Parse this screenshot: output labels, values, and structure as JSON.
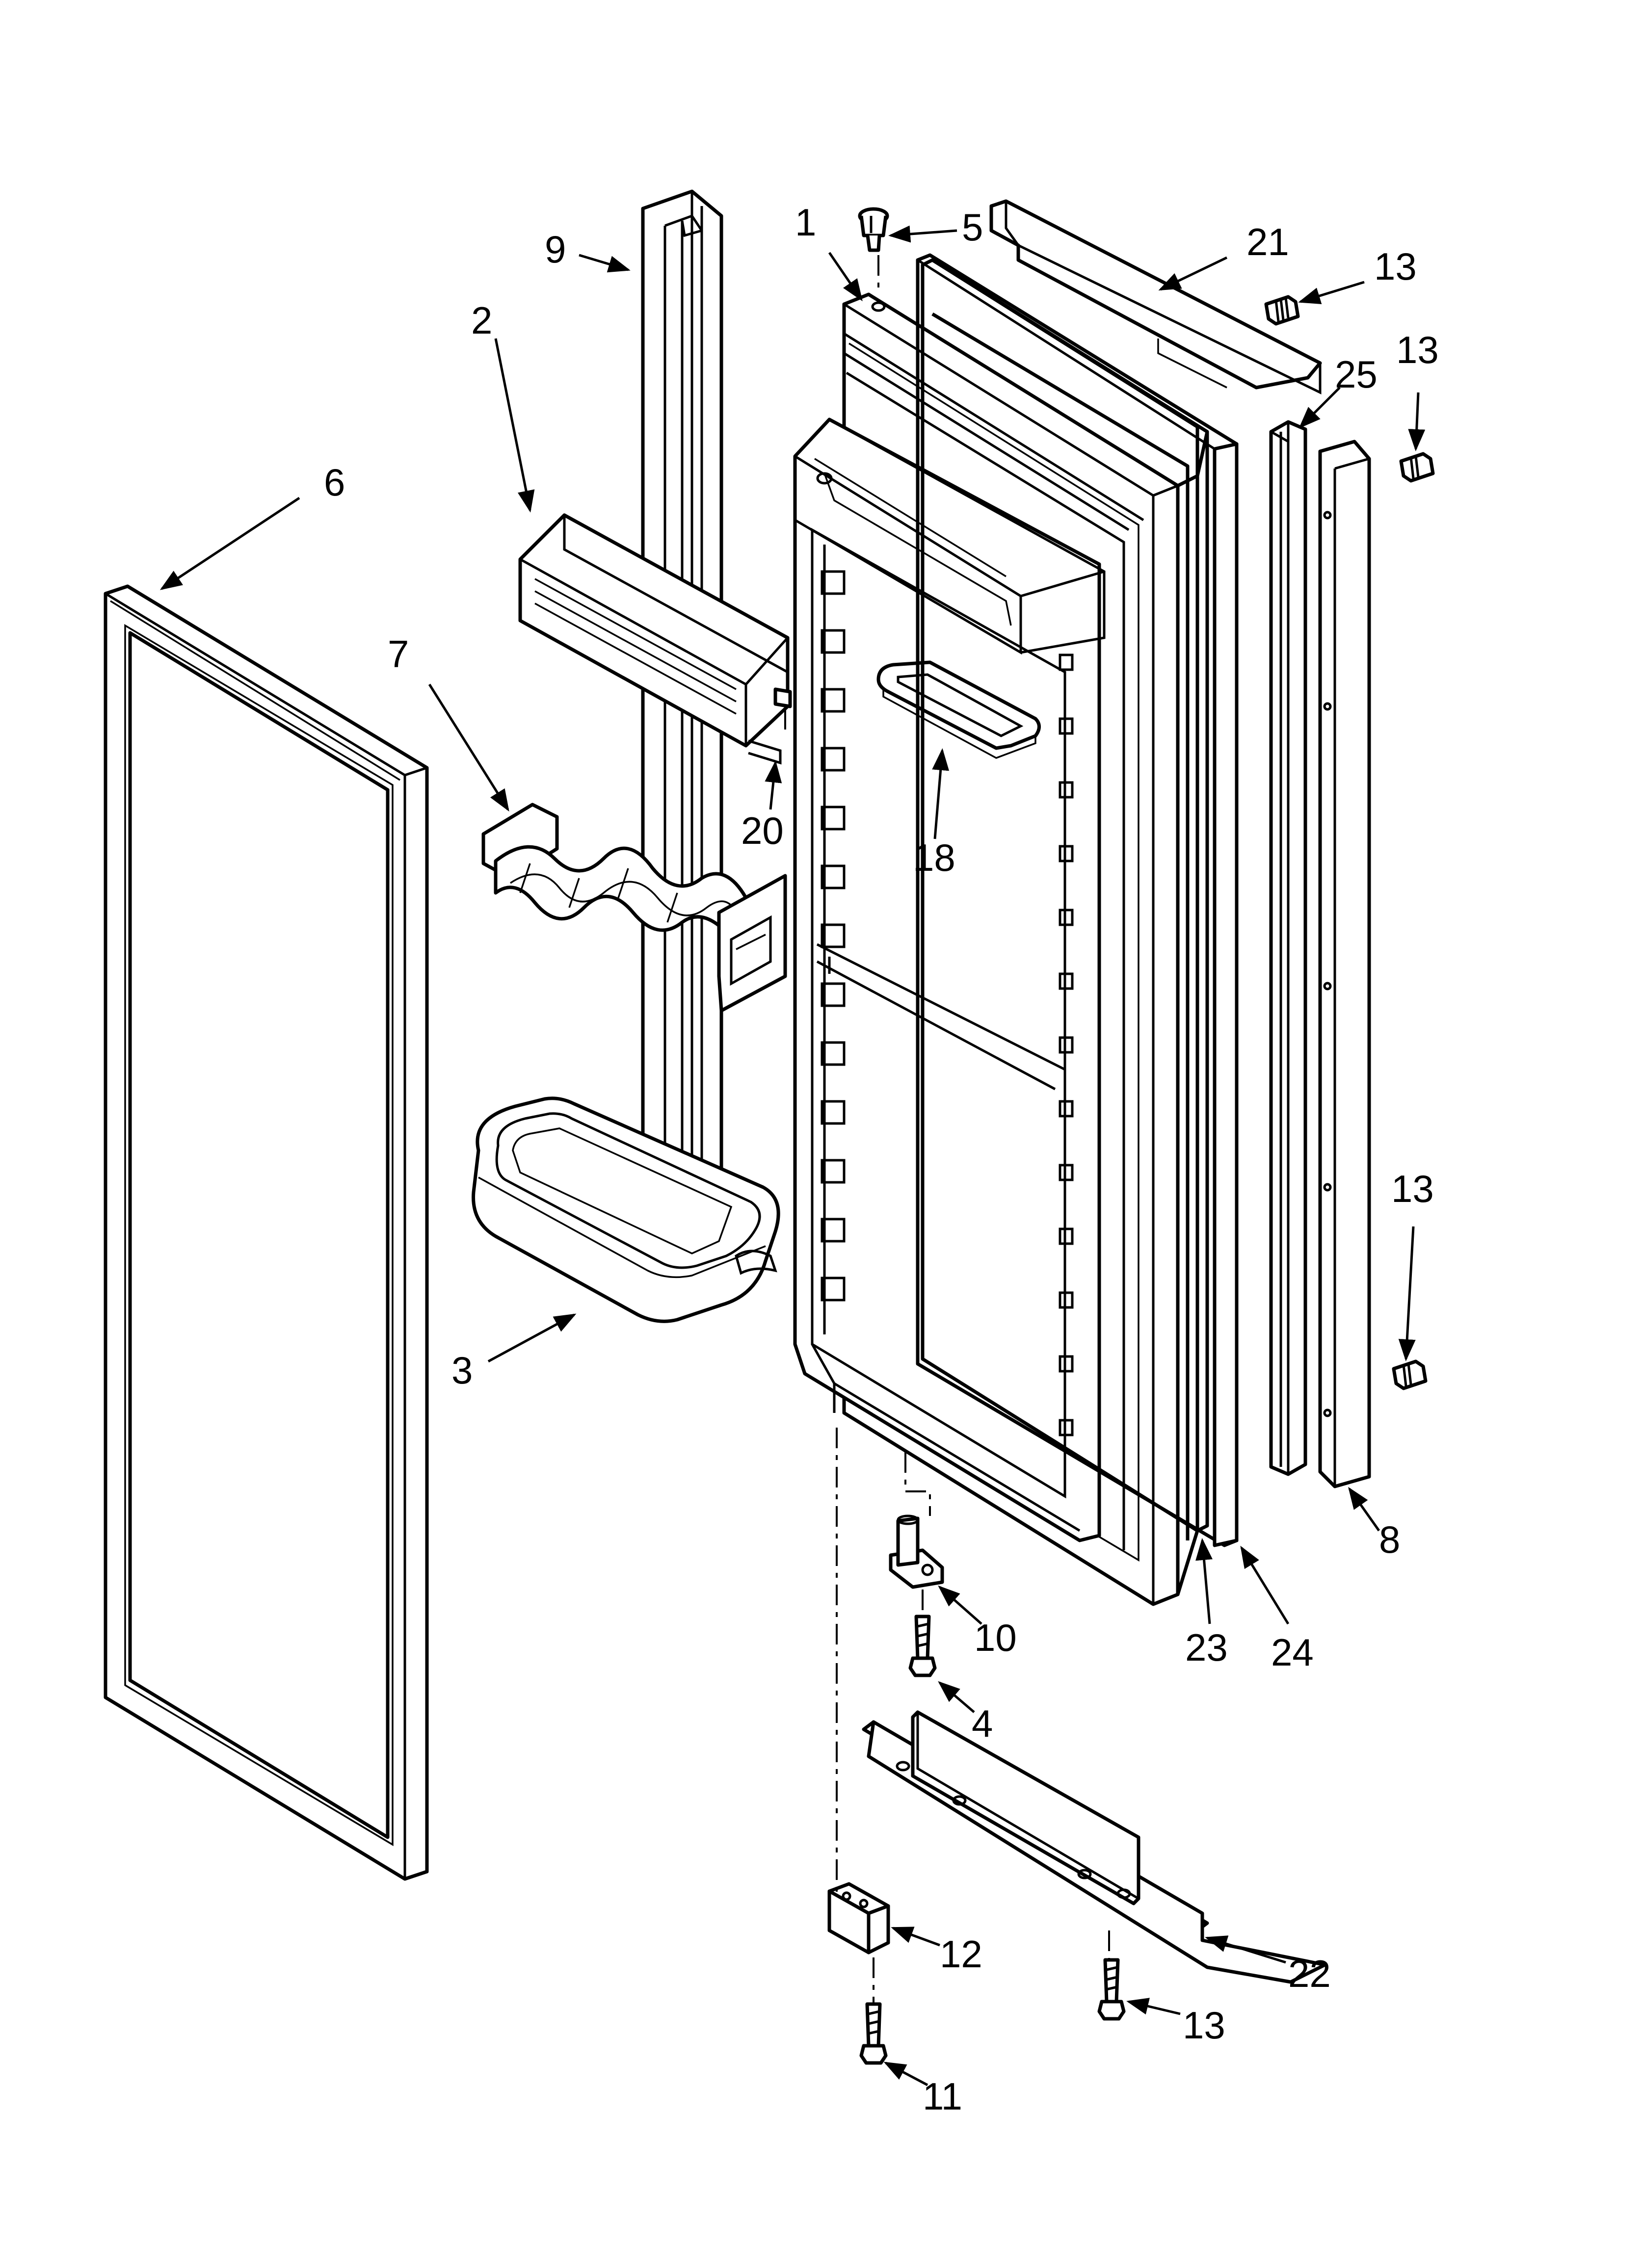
{
  "callouts": [
    {
      "id": "c1",
      "text": "1"
    },
    {
      "id": "c2",
      "text": "2"
    },
    {
      "id": "c3",
      "text": "3"
    },
    {
      "id": "c4",
      "text": "4"
    },
    {
      "id": "c5",
      "text": "5"
    },
    {
      "id": "c6",
      "text": "6"
    },
    {
      "id": "c7",
      "text": "7"
    },
    {
      "id": "c8",
      "text": "8"
    },
    {
      "id": "c9",
      "text": "9"
    },
    {
      "id": "c10",
      "text": "10"
    },
    {
      "id": "c11",
      "text": "11"
    },
    {
      "id": "c12",
      "text": "12"
    },
    {
      "id": "c13a",
      "text": "13"
    },
    {
      "id": "c13b",
      "text": "13"
    },
    {
      "id": "c13c",
      "text": "13"
    },
    {
      "id": "c13d",
      "text": "13"
    },
    {
      "id": "c18",
      "text": "18"
    },
    {
      "id": "c20",
      "text": "20"
    },
    {
      "id": "c21",
      "text": "21"
    },
    {
      "id": "c22",
      "text": "22"
    },
    {
      "id": "c23",
      "text": "23"
    },
    {
      "id": "c24",
      "text": "24"
    },
    {
      "id": "c25",
      "text": "25"
    }
  ]
}
